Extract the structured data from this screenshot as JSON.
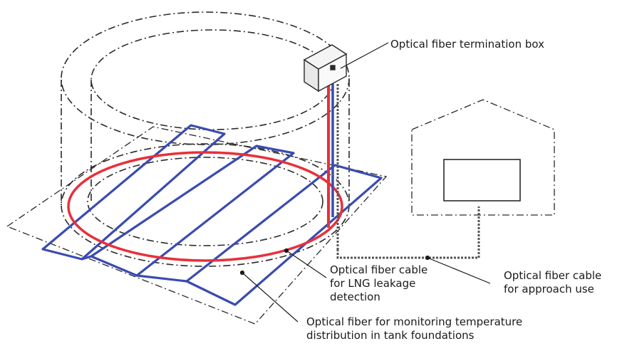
{
  "labels": {
    "termination_box": "Optical fiber termination box",
    "lng_leakage": [
      "Optical fiber cable",
      "for LNG leakage",
      "detection"
    ],
    "approach_use": [
      "Optical fiber cable",
      "for approach use"
    ],
    "temperature_monitoring": [
      "Optical fiber for monitoring temperature",
      "distribution in tank foundations"
    ]
  },
  "colors": {
    "outline": "#2a2a2a",
    "lng_fiber": "#e8303a",
    "temperature_fiber": "#3a4bb0",
    "approach_cable": "#555555"
  }
}
